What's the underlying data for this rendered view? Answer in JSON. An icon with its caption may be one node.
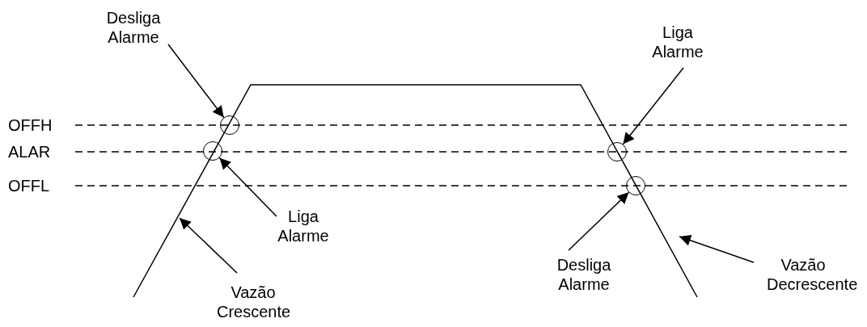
{
  "diagram": {
    "nodes": [
      {
        "text": [
          "Desliga Alarme"
        ]
      },
      {
        "text": [
          "Liga Alarme"
        ]
      },
      {
        "text": [],
        "shape": "circle"
      },
      {
        "text": [],
        "shape": "circle"
      },
      {
        "text": [],
        "shape": "circle"
      },
      {
        "text": [],
        "shape": "circle"
      },
      {
        "text": [
          "Liga Alarme"
        ]
      },
      {
        "text": [
          "Desliga Alarme"
        ]
      },
      {
        "text": [
          "Vazão Decrescente"
        ]
      },
      {
        "text": [
          "Vazão Crescente"
        ]
      }
    ],
    "edges": [
      {
        "from": 0,
        "to": 2,
        "arrow": "to"
      },
      {
        "from": 1,
        "to": 3,
        "arrow": "to"
      },
      {
        "from": 6,
        "to": 4,
        "arrow": "to"
      },
      {
        "from": 7,
        "to": 5,
        "arrow": "to"
      },
      {
        "from": 9,
        "to": null,
        "arrow": "to"
      },
      {
        "from": 8,
        "to": null,
        "arrow": "to"
      }
    ],
    "labels": [
      "OFFH",
      "ALAR",
      "OFFL"
    ]
  }
}
